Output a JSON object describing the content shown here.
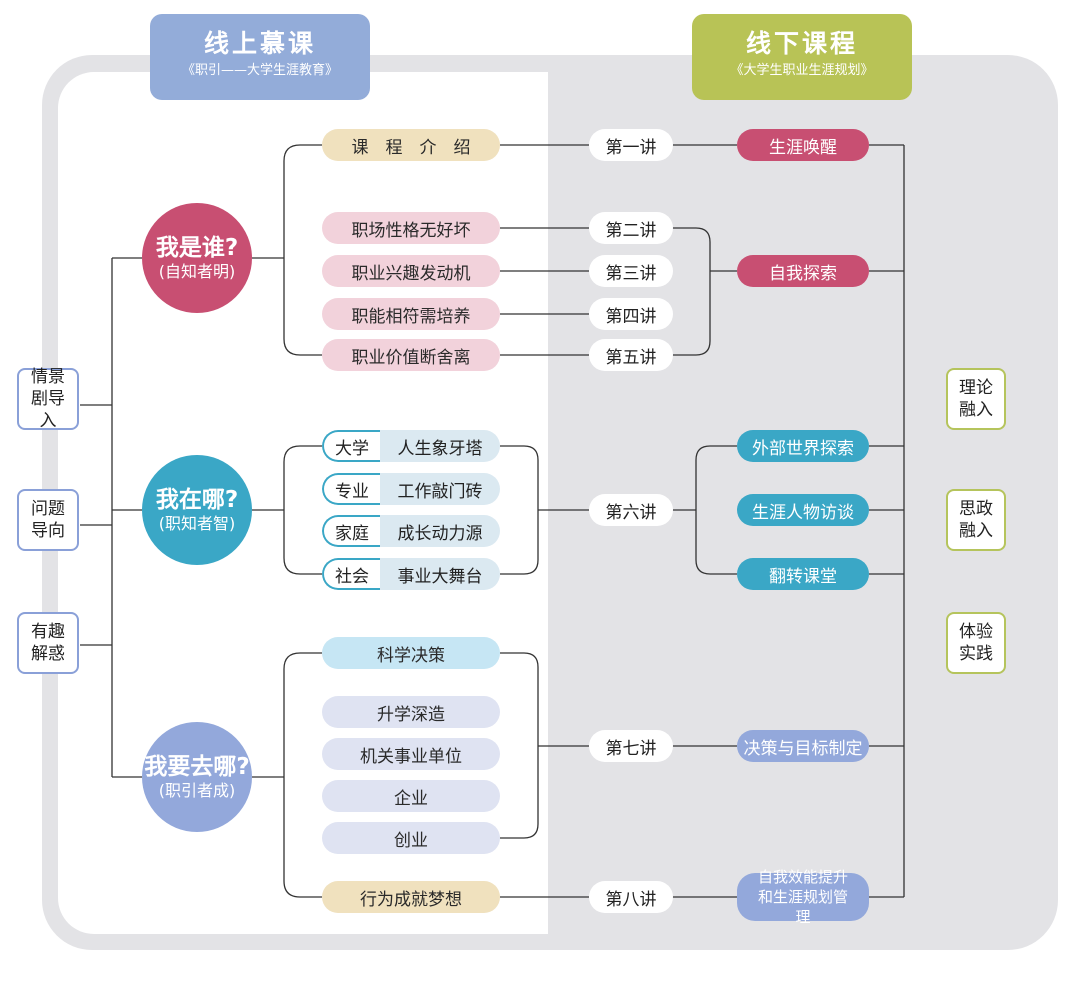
{
  "colors": {
    "online_header": "#93acd9",
    "offline_header": "#b8c356",
    "who": "#c84f72",
    "where": "#3aa7c6",
    "whereto": "#93a8db",
    "beige": "#f0e1be",
    "pink": "#f2d2db",
    "lightblue": "#c6e6f4",
    "lavender": "#dfe3f2",
    "red_pill": "#c84f72",
    "teal_pill": "#3aa7c6",
    "blue_pill": "#93a8db"
  },
  "headers": {
    "online": {
      "title": "线上慕课",
      "subtitle": "《职引——大学生涯教育》"
    },
    "offline": {
      "title": "线下课程",
      "subtitle": "《大学生职业生涯规划》"
    }
  },
  "left_boxes": [
    "情景剧导入",
    "问题导向",
    "有趣解惑"
  ],
  "right_boxes": [
    "理论融入",
    "思政融入",
    "体验实践"
  ],
  "circles": [
    {
      "question": "我是谁?",
      "sub": "(自知者明)"
    },
    {
      "question": "我在哪?",
      "sub": "(职知者智)"
    },
    {
      "question": "我要去哪?",
      "sub": "(职引者成)"
    }
  ],
  "topics_who": [
    "课　程　介　绍",
    "职场性格无好坏",
    "职业兴趣发动机",
    "职能相符需培养",
    "职业价值断舍离"
  ],
  "topics_where": [
    {
      "key": "大学",
      "value": "人生象牙塔"
    },
    {
      "key": "专业",
      "value": "工作敲门砖"
    },
    {
      "key": "家庭",
      "value": "成长动力源"
    },
    {
      "key": "社会",
      "value": "事业大舞台"
    }
  ],
  "topics_whereto": [
    "科学决策",
    "升学深造",
    "机关事业单位",
    "企业",
    "创业",
    "行为成就梦想"
  ],
  "lectures": [
    "第一讲",
    "第二讲",
    "第三讲",
    "第四讲",
    "第五讲",
    "第六讲",
    "第七讲",
    "第八讲"
  ],
  "offline_items": [
    "生涯唤醒",
    "自我探索",
    "外部世界探索",
    "生涯人物访谈",
    "翻转课堂",
    "决策与目标制定",
    "自我效能提升和生涯规划管理"
  ]
}
